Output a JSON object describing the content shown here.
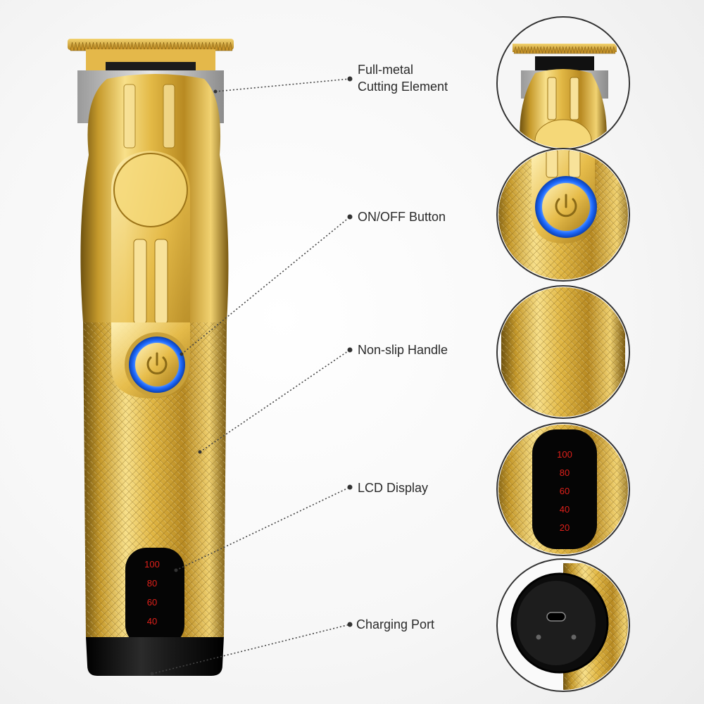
{
  "callouts": {
    "cutting": {
      "line1": "Full-metal",
      "line2": "Cutting Element"
    },
    "button": {
      "label": "ON/OFF Button"
    },
    "handle": {
      "label": "Non-slip Handle"
    },
    "lcd": {
      "label": "LCD Display"
    },
    "port": {
      "label": "Charging Port"
    }
  },
  "lcd_levels": [
    "100",
    "80",
    "60",
    "40",
    "20"
  ],
  "detail_lcd_levels": [
    "100",
    "80",
    "60",
    "40",
    "20"
  ],
  "icons": {
    "power": "power-icon",
    "usb_c": "usb-c-port-icon"
  },
  "colors": {
    "gold_light": "#f6dc7a",
    "gold_mid": "#d9ae3a",
    "gold_dark": "#8a6a17",
    "led_blue": "#2f7dff",
    "lcd_red": "#e0201a",
    "base_black": "#111111"
  }
}
